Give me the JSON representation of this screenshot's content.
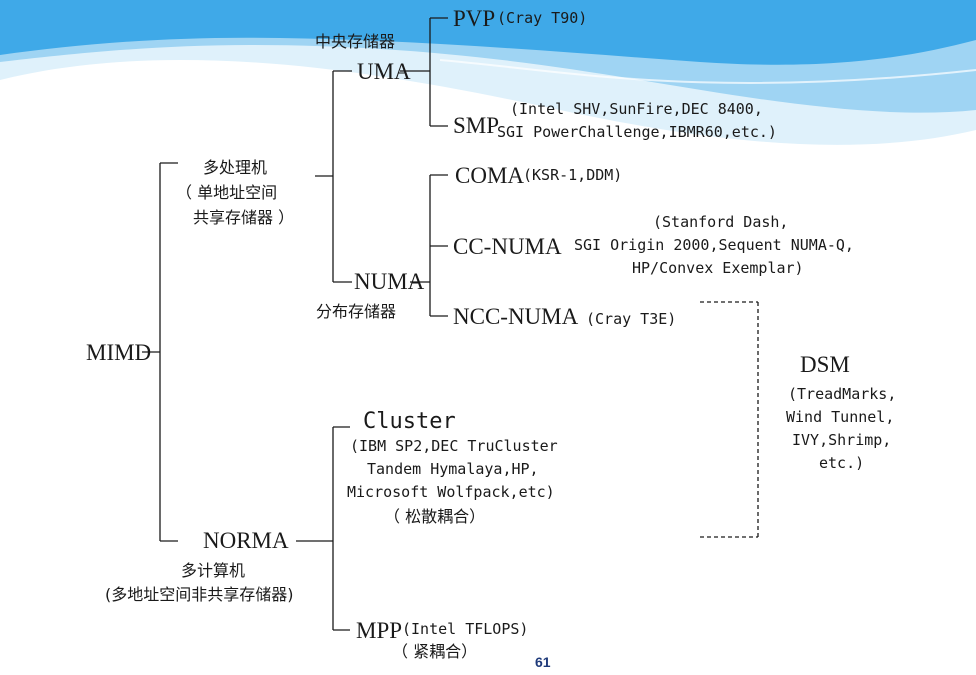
{
  "nodes": {
    "mimd": "MIMD",
    "multiprocessor": "多处理机",
    "multiprocessor_sub1": "（ 单地址空间",
    "multiprocessor_sub2": "共享存储器 ）",
    "uma": "UMA",
    "uma_note": "中央存储器",
    "pvp": "PVP",
    "pvp_examples": "(Cray T90)",
    "smp": "SMP",
    "smp_examples_1": "(Intel SHV,SunFire,DEC 8400,",
    "smp_examples_2": "SGI PowerChallenge,IBMR60,etc.)",
    "numa": "NUMA",
    "numa_note": "分布存储器",
    "coma": "COMA",
    "coma_examples": "(KSR-1,DDM)",
    "ccnuma": "CC-NUMA",
    "ccnuma_examples_1": "(Stanford Dash,",
    "ccnuma_examples_2": "SGI Origin 2000,Sequent NUMA-Q,",
    "ccnuma_examples_3": "HP/Convex Exemplar)",
    "nccnuma": "NCC-NUMA",
    "nccnuma_examples": "(Cray T3E)",
    "dsm": "DSM",
    "dsm_examples_1": "(TreadMarks,",
    "dsm_examples_2": "Wind Tunnel,",
    "dsm_examples_3": "IVY,Shrimp,",
    "dsm_examples_4": "etc.)",
    "norma": "NORMA",
    "multicomputer": "多计算机",
    "multicomputer_sub": "(多地址空间非共享存储器)",
    "cluster": "Cluster",
    "cluster_examples_1": "(IBM SP2,DEC TruCluster",
    "cluster_examples_2": "Tandem Hymalaya,HP,",
    "cluster_examples_3": "Microsoft Wolfpack,etc)",
    "cluster_coupling": "（ 松散耦合）",
    "mpp": "MPP",
    "mpp_examples": "(Intel TFLOPS)",
    "mpp_coupling": "（ 紧耦合）"
  },
  "page_number": "61",
  "colors": {
    "wave_dark": "#3fa9e8",
    "wave_light": "#bfe3f8",
    "line": "#1a1a1a",
    "page_number": "#1f3a7a"
  }
}
